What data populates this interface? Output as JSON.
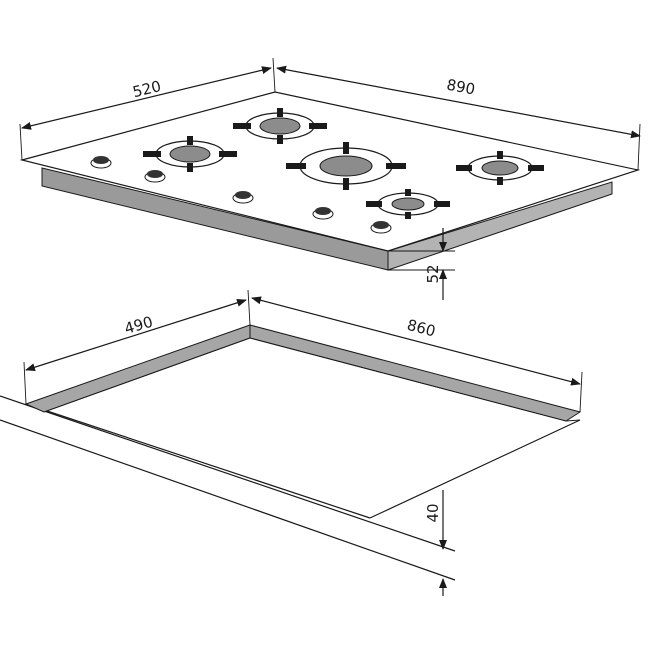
{
  "hob": {
    "width_dim": "890",
    "depth_dim": "520",
    "height_dim": "52"
  },
  "cutout": {
    "width_dim": "860",
    "depth_dim": "490",
    "thickness_dim": "40"
  },
  "colors": {
    "line": "#1a1a1a",
    "panel_side": "#9a9a9a",
    "cutout_wall": "#a6a6a6",
    "burner_cap": "#8c8c8c",
    "knob": "#333333"
  },
  "icons": {
    "burner": "burner-icon",
    "knob": "knob-icon"
  }
}
